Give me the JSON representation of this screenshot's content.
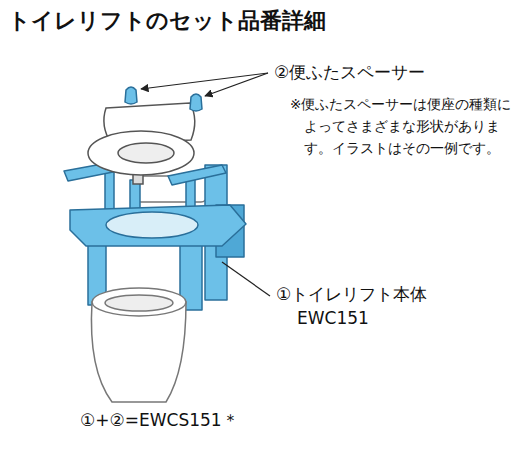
{
  "diagram": {
    "title": "トイレリフトのセット品番詳細",
    "labels": [
      "②便ふたスペーサー",
      "※便ふたスペーサーは便座の種類によってさまざまな形状があります。イラストはその一例です。",
      "①トイレリフト本体",
      "EWC151",
      "①+②=EWCS151＊"
    ]
  }
}
